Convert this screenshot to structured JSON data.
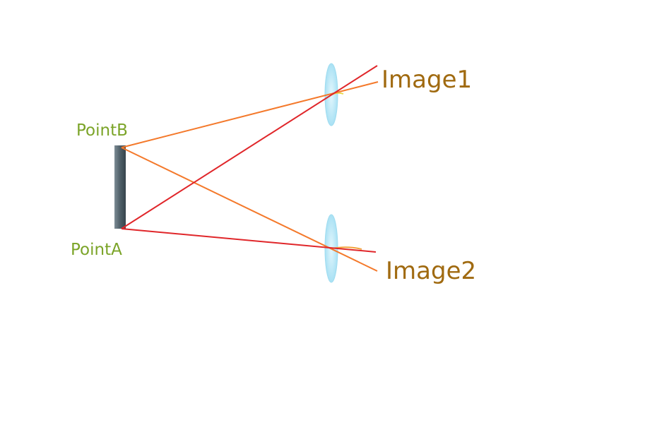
{
  "labels": {
    "point_b": "PointB",
    "point_a": "PointA",
    "image1": "Image1",
    "image2": "Image2"
  },
  "colors": {
    "point_label": "#7ba428",
    "image_label": "#a06a10",
    "ray_red": "#e0262a",
    "ray_orange": "#f4792b",
    "lens_fill": "#bfe9f7",
    "lens_stroke": "#9fdcf0",
    "object_bar": "#4f5f68"
  }
}
